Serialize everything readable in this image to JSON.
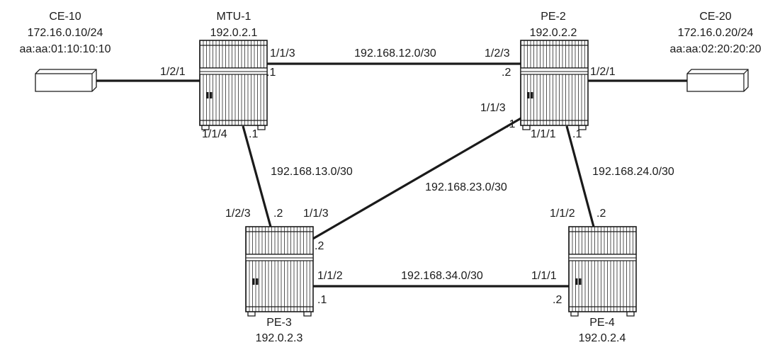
{
  "nodes": {
    "ce10": {
      "name": "CE-10",
      "ip": "172.16.0.10/24",
      "mac": "aa:aa:01:10:10:10"
    },
    "mtu1": {
      "name": "MTU-1",
      "ip": "192.0.2.1"
    },
    "pe2": {
      "name": "PE-2",
      "ip": "192.0.2.2"
    },
    "ce20": {
      "name": "CE-20",
      "ip": "172.16.0.20/24",
      "mac": "aa:aa:02:20:20:20"
    },
    "pe3": {
      "name": "PE-3",
      "ip": "192.0.2.3"
    },
    "pe4": {
      "name": "PE-4",
      "ip": "192.0.2.4"
    }
  },
  "links": {
    "mtu1_pe2": {
      "subnet": "192.168.12.0/30",
      "a_port": "1/1/3",
      "a_host": ".1",
      "b_port": "1/2/3",
      "b_host": ".2"
    },
    "mtu1_pe3": {
      "subnet": "192.168.13.0/30",
      "a_port": "1/1/4",
      "a_host": ".1",
      "b_port": "1/2/3",
      "b_host": ".2"
    },
    "pe2_pe3": {
      "subnet": "192.168.23.0/30",
      "a_port": "1/1/3",
      "a_host": ".1",
      "b_port": "1/1/3",
      "b_host": ".2"
    },
    "pe2_pe4": {
      "subnet": "192.168.24.0/30",
      "a_port": "1/1/1",
      "a_host": ".1",
      "b_port": "1/1/2",
      "b_host": ".2"
    },
    "pe3_pe4": {
      "subnet": "192.168.34.0/30",
      "a_port": "1/1/2",
      "a_host": ".1",
      "b_port": "1/1/1",
      "b_host": ".2"
    },
    "ce10_mtu1": {
      "b_port": "1/2/1"
    },
    "pe2_ce20": {
      "a_port": "1/2/1"
    }
  }
}
